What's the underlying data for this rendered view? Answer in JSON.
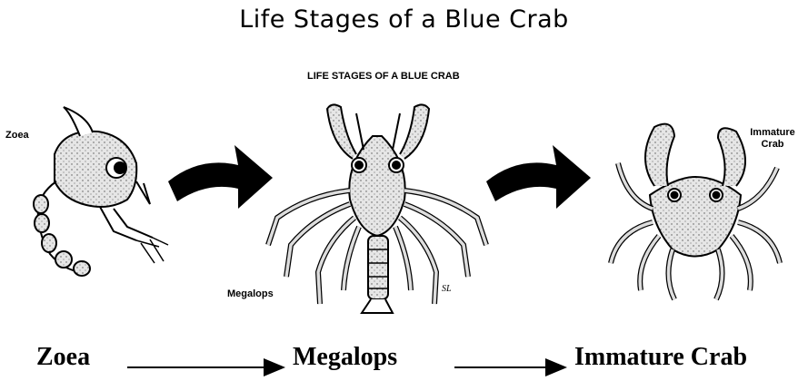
{
  "title": "Life Stages of a Blue Crab",
  "figure": {
    "heading": "LIFE STAGES OF A BLUE CRAB",
    "labels": {
      "zoea": "Zoea",
      "megalops": "Megalops",
      "immature_crab": "Immature Crab"
    },
    "signature": "SL"
  },
  "stages": [
    {
      "label": "Zoea"
    },
    {
      "label": "Megalops"
    },
    {
      "label": "Immature Crab"
    }
  ],
  "colors": {
    "ink": "#000000",
    "body": "#d9d9d9",
    "paper": "#ffffff"
  }
}
